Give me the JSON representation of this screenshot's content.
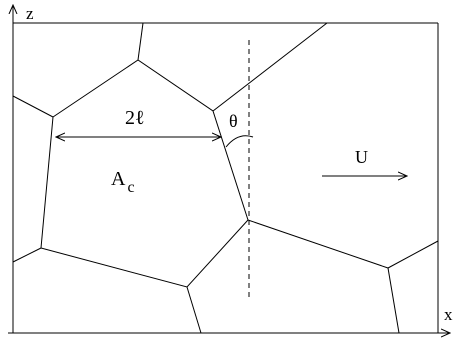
{
  "axes": {
    "x_label": "x",
    "z_label": "z"
  },
  "labels": {
    "length": "2ℓ",
    "angle": "θ",
    "area_main": "A",
    "area_subscript": "c",
    "velocity": "U"
  },
  "colors": {
    "stroke": "#000000",
    "background": "#ffffff"
  }
}
